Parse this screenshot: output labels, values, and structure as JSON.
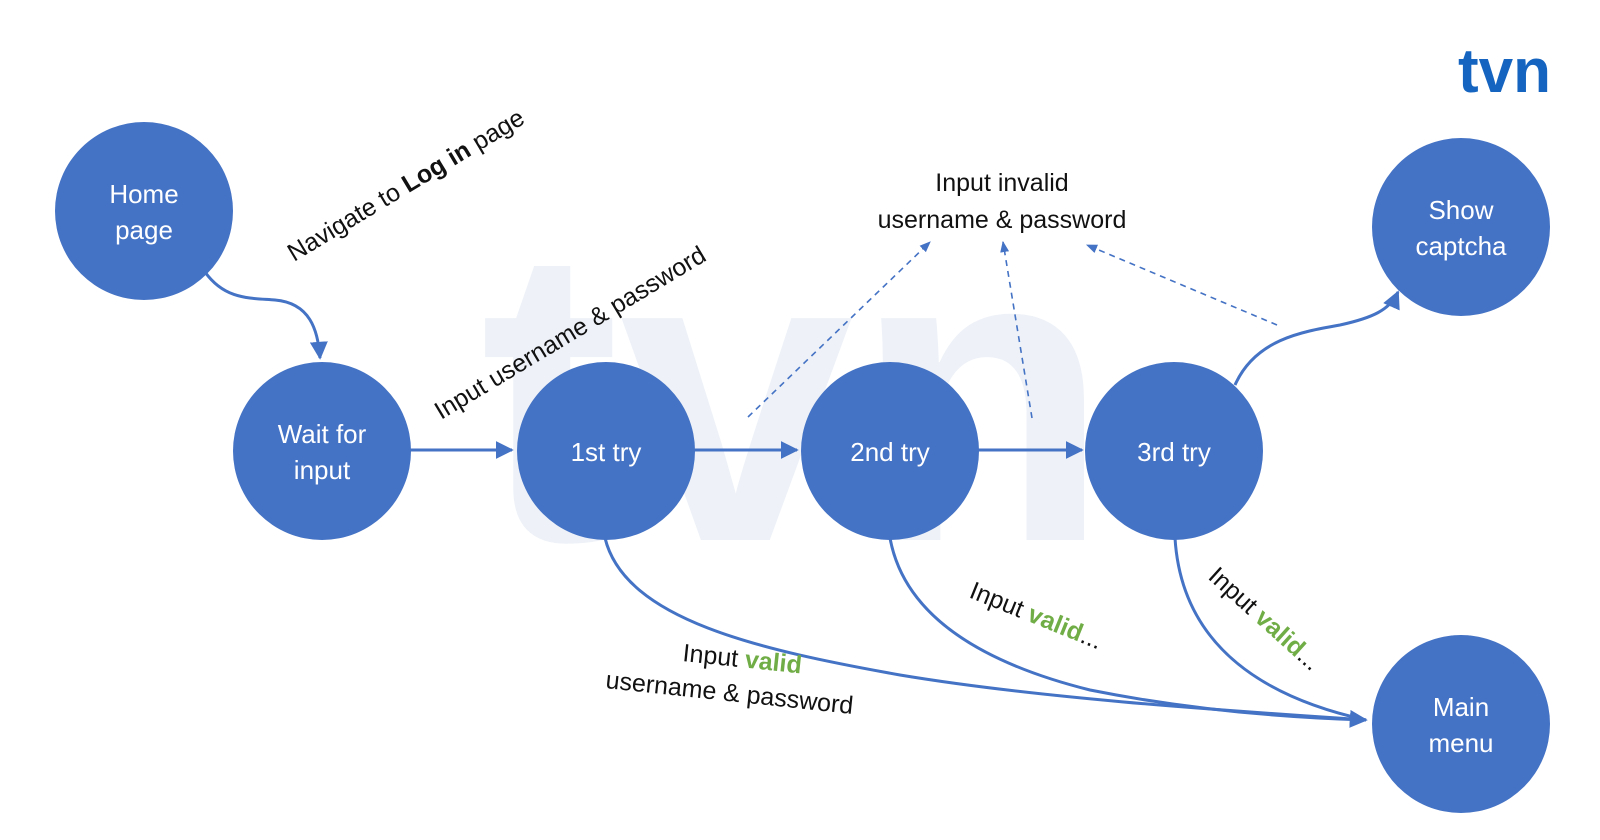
{
  "logo": {
    "text": "tvn"
  },
  "colors": {
    "node": "#4472C4",
    "edge": "#4472C4",
    "valid": "#70AD47",
    "logo": "#1565C0"
  },
  "nodes": {
    "home": {
      "line1": "Home",
      "line2": "page"
    },
    "wait": {
      "line1": "Wait for",
      "line2": "input"
    },
    "try1": {
      "label": "1st try"
    },
    "try2": {
      "label": "2nd try"
    },
    "try3": {
      "label": "3rd try"
    },
    "captcha": {
      "line1": "Show",
      "line2": "captcha"
    },
    "menu": {
      "line1": "Main",
      "line2": "menu"
    }
  },
  "labels": {
    "navigate": {
      "prefix": "Navigate to ",
      "bold": "Log in",
      "suffix": " page"
    },
    "input_credentials": "Input username & password",
    "invalid": {
      "line1": "Input invalid",
      "line2": "username & password"
    },
    "valid_main": {
      "prefix": "Input ",
      "green": "valid",
      "line2": "username & password"
    },
    "valid_2nd": {
      "prefix": "Input ",
      "green": "valid",
      "suffix": "..."
    },
    "valid_3rd": {
      "prefix": "Input ",
      "green": "valid",
      "suffix": "..."
    }
  }
}
